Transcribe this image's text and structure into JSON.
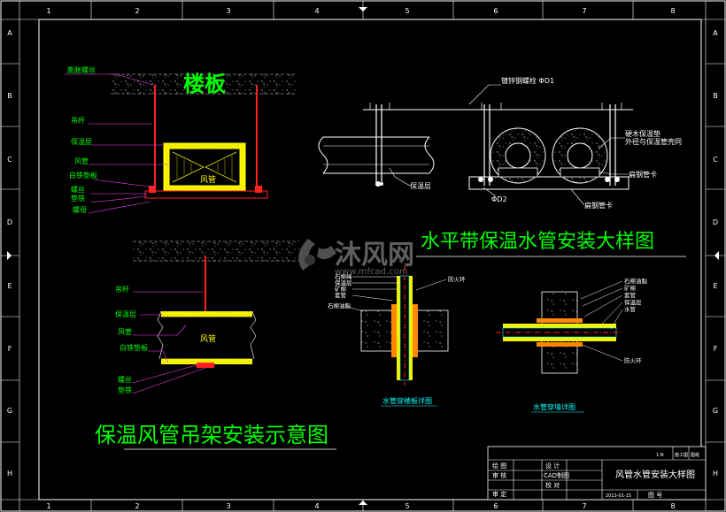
{
  "frame": {
    "columns": [
      "1",
      "2",
      "3",
      "4",
      "5",
      "6",
      "7",
      "8"
    ],
    "rows": [
      "A",
      "B",
      "C",
      "D",
      "E",
      "F",
      "G",
      "H"
    ]
  },
  "duct_section": {
    "slab_title": "楼板",
    "labels": {
      "anchor_bolt": "膨胀螺丝",
      "hanger_rod": "吊杆",
      "insulation": "保温层",
      "duct": "风管",
      "wood_pad": "白铁垫板",
      "screw": "螺丝",
      "washer": "垫铁",
      "nut": "螺母"
    },
    "duct_inner_label": "风管"
  },
  "duct_elevation": {
    "labels": {
      "hanger_rod": "吊杆",
      "insulation": "保温层",
      "duct": "风管",
      "wood_pad": "白铁垫板",
      "screw": "螺丝",
      "washer": "垫铁"
    },
    "duct_inner_label": "风管",
    "title": "保温风管吊架安装示意图"
  },
  "water_pipe": {
    "labels": {
      "expansion_bolt": "镀锌钢螺栓 ΦD1",
      "insulation_layer": "保温层",
      "hard_wood_pad": "硬木保温垫",
      "pad_note": "外径与保温管壳同",
      "pipe_clamp": "扁钢管卡",
      "d2": "ΦD2",
      "pipe_clamp_bottom": "扁钢管卡"
    },
    "title": "水平带保温水管安装大样图"
  },
  "floor_penetration": {
    "labels": {
      "hot_sealant": "石棉绳",
      "insulation": "保温层",
      "mineral_wool": "矿棉",
      "sleeve": "套管",
      "seal": "石棉油脂",
      "fire_ring": "防火环"
    },
    "caption": "水管穿楼板详图"
  },
  "wall_penetration": {
    "labels": {
      "l1": "石棉油脂",
      "l2": "矿棉",
      "l3": "套管",
      "l4": "保温层",
      "l5": "水管",
      "fire_ring": "防火环"
    },
    "caption": "水管穿墙详图"
  },
  "watermark": {
    "brand": "沐风网",
    "url": "www.mfcad.com"
  },
  "title_block": {
    "drawn": "绘 图",
    "checked": "审 核",
    "approved": "审 定",
    "design": "设 计",
    "cad": "CAD制图",
    "proofread": "校 对",
    "drawing_title": "风管水管安装大样图",
    "stage": "施工图",
    "scale": "1:N",
    "drawing_no_label": "图 号",
    "drawing_no": "2013-01-15",
    "sheet": "图纸"
  },
  "colors": {
    "background": "#000000",
    "frame": "#ffffff",
    "red": "#ff2020",
    "yellow": "#ffff00",
    "green": "#00ff00",
    "magenta": "#ff40ff",
    "cyan": "#00ffff"
  }
}
